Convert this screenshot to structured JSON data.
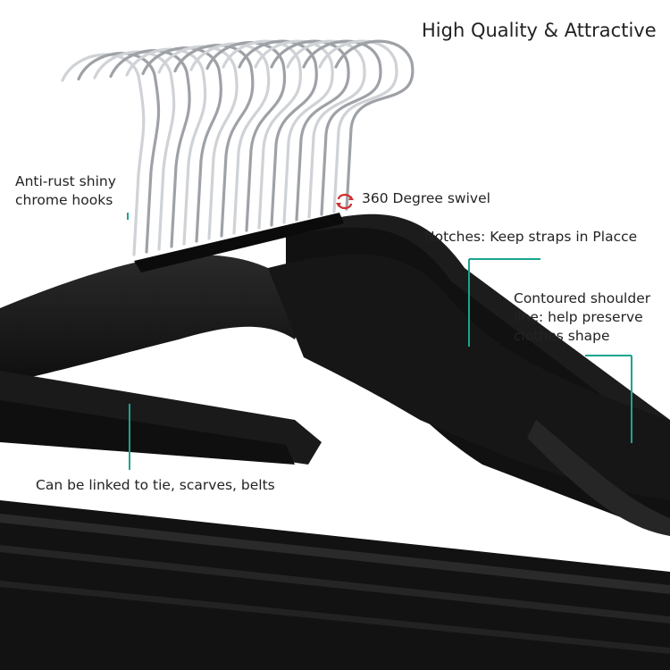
{
  "title": "High Quality & Attractive",
  "callouts": {
    "hooks": [
      "Anti-rust shiny",
      "chrome hooks"
    ],
    "swivel": "360 Degree swivel",
    "notches": "Notches: Keep straps in Placce",
    "contour": [
      "Contoured shoulder",
      "line: help preserve",
      "clothes shape"
    ],
    "link": "Can be linked to tie, scarves, belts"
  },
  "colors": {
    "accent_line": "#1aa58f",
    "swivel_icon": "#d03030",
    "velvet": "#161616",
    "chrome": "#b9bcc0"
  },
  "icons": {
    "swivel": "rotate-arrows-icon"
  }
}
